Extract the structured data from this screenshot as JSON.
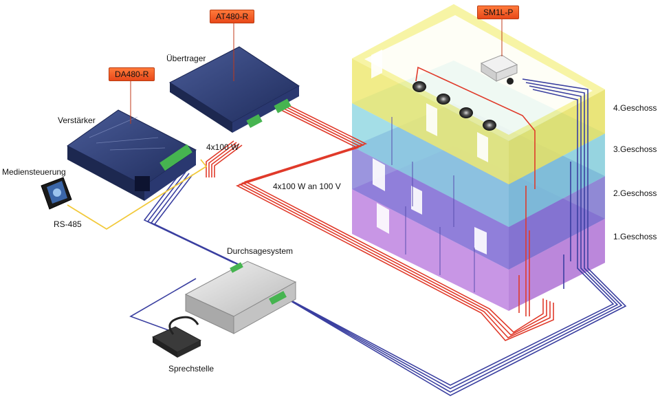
{
  "devices": {
    "amplifier": {
      "label": "Verstärker",
      "model": "DA480-R"
    },
    "transformer": {
      "label": "Übertrager",
      "model": "AT480-R"
    },
    "sensor": {
      "model": "SM1L-P"
    },
    "media_control": {
      "label": "Mediensteuerung"
    },
    "announcement": {
      "label": "Durchsagesystem"
    },
    "microphone": {
      "label": "Sprechstelle"
    }
  },
  "connections": {
    "rs485": "RS-485",
    "amp_output": "4x100 W",
    "line_100v": "4x100 W an 100 V"
  },
  "floors": [
    "4.Geschoss",
    "3.Geschoss",
    "2.Geschoss",
    "1.Geschoss"
  ],
  "colors": {
    "floor4": "#f3ef7a",
    "floor3": "#9fe0ea",
    "floor2": "#8d86dc",
    "floor1": "#c48ce6",
    "speaker_wire": "#e03a2a",
    "data_wire": "#3a3fa0",
    "rs485_wire": "#f2c93a",
    "model_tag": "#f05a28"
  }
}
